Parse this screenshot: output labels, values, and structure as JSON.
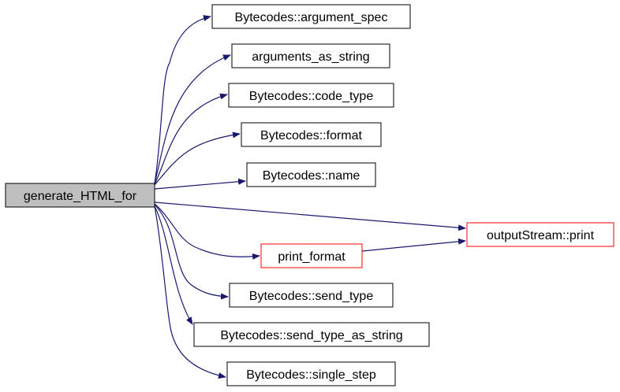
{
  "colors": {
    "edge": "#191970",
    "border_default": "#000000",
    "border_truncated": "#ff0000",
    "root_fill": "#bfbfbf",
    "node_fill": "#ffffff"
  },
  "nodes": [
    {
      "id": "generate_HTML_for",
      "label": "generate_HTML_for",
      "style": "root"
    },
    {
      "id": "argument_spec",
      "label": "Bytecodes::argument_spec",
      "style": "normal"
    },
    {
      "id": "arguments_as_string",
      "label": "arguments_as_string",
      "style": "normal"
    },
    {
      "id": "code_type",
      "label": "Bytecodes::code_type",
      "style": "normal"
    },
    {
      "id": "format",
      "label": "Bytecodes::format",
      "style": "normal"
    },
    {
      "id": "name",
      "label": "Bytecodes::name",
      "style": "normal"
    },
    {
      "id": "outputStream_print",
      "label": "outputStream::print",
      "style": "truncated"
    },
    {
      "id": "print_format",
      "label": "print_format",
      "style": "truncated"
    },
    {
      "id": "send_type",
      "label": "Bytecodes::send_type",
      "style": "normal"
    },
    {
      "id": "send_type_as_string",
      "label": "Bytecodes::send_type_as_string",
      "style": "normal"
    },
    {
      "id": "single_step",
      "label": "Bytecodes::single_step",
      "style": "normal"
    }
  ],
  "edges": [
    {
      "from": "generate_HTML_for",
      "to": "argument_spec"
    },
    {
      "from": "generate_HTML_for",
      "to": "arguments_as_string"
    },
    {
      "from": "generate_HTML_for",
      "to": "code_type"
    },
    {
      "from": "generate_HTML_for",
      "to": "format"
    },
    {
      "from": "generate_HTML_for",
      "to": "name"
    },
    {
      "from": "generate_HTML_for",
      "to": "outputStream_print"
    },
    {
      "from": "generate_HTML_for",
      "to": "print_format"
    },
    {
      "from": "generate_HTML_for",
      "to": "send_type"
    },
    {
      "from": "generate_HTML_for",
      "to": "send_type_as_string"
    },
    {
      "from": "generate_HTML_for",
      "to": "single_step"
    },
    {
      "from": "print_format",
      "to": "outputStream_print"
    }
  ]
}
